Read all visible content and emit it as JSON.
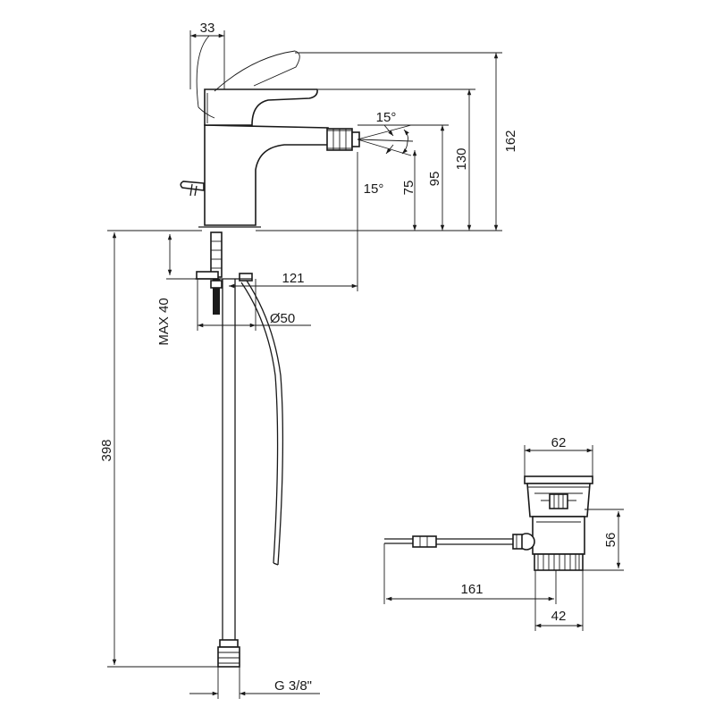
{
  "dimensions": {
    "handle_width": "33",
    "height_162": "162",
    "height_130": "130",
    "height_95": "95",
    "height_75": "75",
    "angle_up": "15°",
    "angle_down": "15°",
    "reach_121": "121",
    "hole_diameter": "Ø50",
    "max_thickness": "MAX 40",
    "hose_length": "398",
    "connection_thread": "G 3/8\"",
    "waste_width": "62",
    "waste_height": "56",
    "rod_length": "161",
    "waste_thread": "42"
  },
  "colors": {
    "line": "#1a1a1a",
    "background": "#ffffff"
  }
}
